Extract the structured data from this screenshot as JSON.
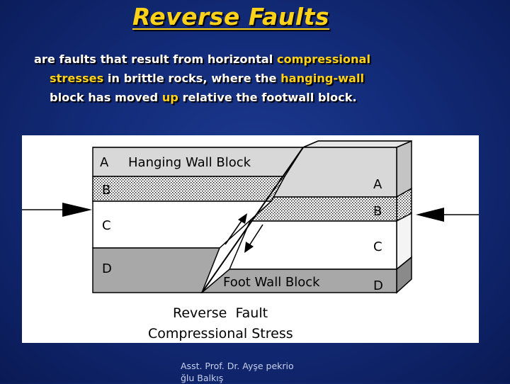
{
  "slide": {
    "title": "Reverse Faults",
    "description": {
      "line1": {
        "text1": "are faults that result from horizontal ",
        "hl1": "compressional"
      },
      "line2": {
        "hl1": "stresses",
        "text1": " in brittle rocks, where the ",
        "hl2": "hanging-wall"
      },
      "line3": {
        "text1": "block has moved ",
        "hl1": "up",
        "text2": " relative the footwall block."
      }
    },
    "credit_line1": "Asst. Prof. Dr. Ayşe pekrio",
    "credit_line2": "ğlu Balkış"
  },
  "figure": {
    "hanging_wall_label": "Hanging Wall Block",
    "foot_wall_label": "Foot Wall Block",
    "left_layers": [
      "A",
      "B",
      "C",
      "D"
    ],
    "right_layers": [
      "A",
      "B",
      "C",
      "D"
    ],
    "caption_line1": "Reverse  Fault",
    "caption_line2": "Compressional Stress",
    "colors": {
      "layer_a": "#d8d8d8",
      "layer_c": "#ffffff",
      "layer_d": "#a8a8a8",
      "side_dark": "#8a8a8a",
      "top_face": "#ececec"
    }
  },
  "colors": {
    "background": "#132c7a",
    "title": "#ffd21a",
    "highlight": "#ffd21a",
    "text": "#ffffff"
  }
}
